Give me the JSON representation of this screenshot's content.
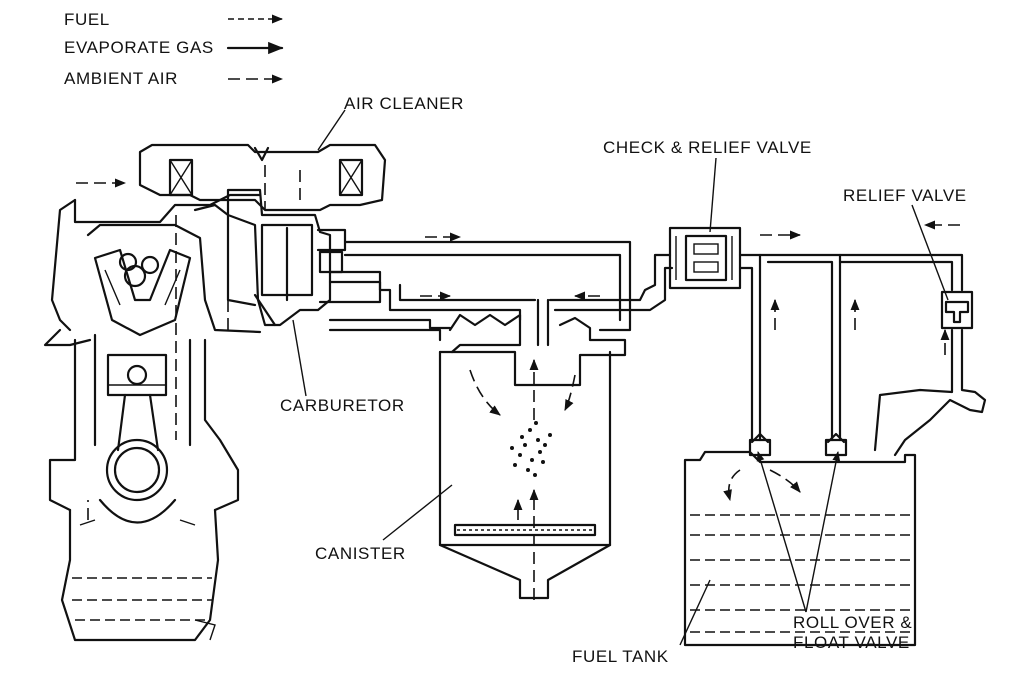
{
  "legend": {
    "fuel": "FUEL",
    "evaporate_gas": "EVAPORATE GAS",
    "ambient_air": "AMBIENT AIR"
  },
  "labels": {
    "air_cleaner": "AIR CLEANER",
    "check_relief_valve": "CHECK & RELIEF VALVE",
    "relief_valve": "RELIEF VALVE",
    "carburetor": "CARBURETOR",
    "canister": "CANISTER",
    "fuel_tank": "FUEL TANK",
    "roll_over_line1": "ROLL OVER &",
    "roll_over_line2": "FLOAT VALVE"
  }
}
